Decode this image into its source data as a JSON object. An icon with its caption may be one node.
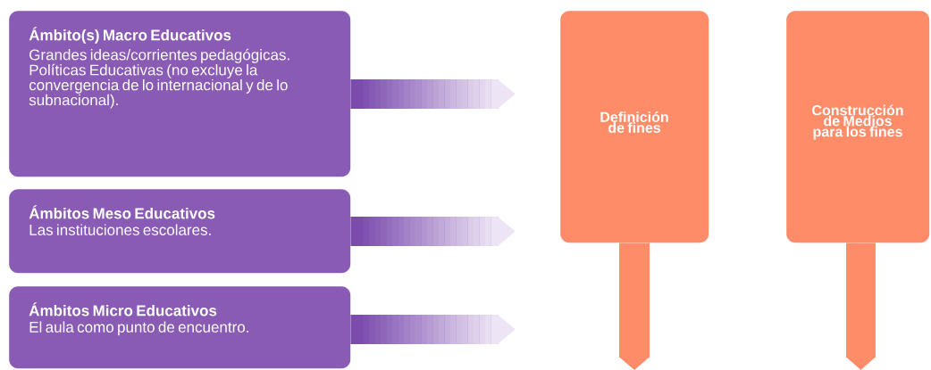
{
  "diagram": {
    "nodes": [
      {
        "text": [
          "Ámbito(s) Macro Educativos",
          "Grandes ideas/corrientes pedagógicas. Políticas Educativas (no excluye la convergencia de lo internacional y de lo subnacional)."
        ]
      },
      {
        "text": [
          "Ámbitos Meso Educativos",
          "Las instituciones escolares."
        ]
      },
      {
        "text": [
          "Ámbitos Micro Educativos",
          "El aula como punto de encuentro."
        ]
      },
      {
        "text": [
          "Definición de fines"
        ]
      },
      {
        "text": [
          "Construcción de Medios para los fines"
        ]
      }
    ],
    "edges": [
      {
        "from": 0,
        "to": null,
        "arrow": "to"
      },
      {
        "from": 1,
        "to": null,
        "arrow": "to"
      },
      {
        "from": 2,
        "to": null,
        "arrow": "to"
      },
      {
        "from": 3,
        "to": null,
        "arrow": "to",
        "color": "#ff8c69"
      },
      {
        "from": 4,
        "to": null,
        "arrow": "to",
        "color": "#ff8c69"
      }
    ]
  }
}
